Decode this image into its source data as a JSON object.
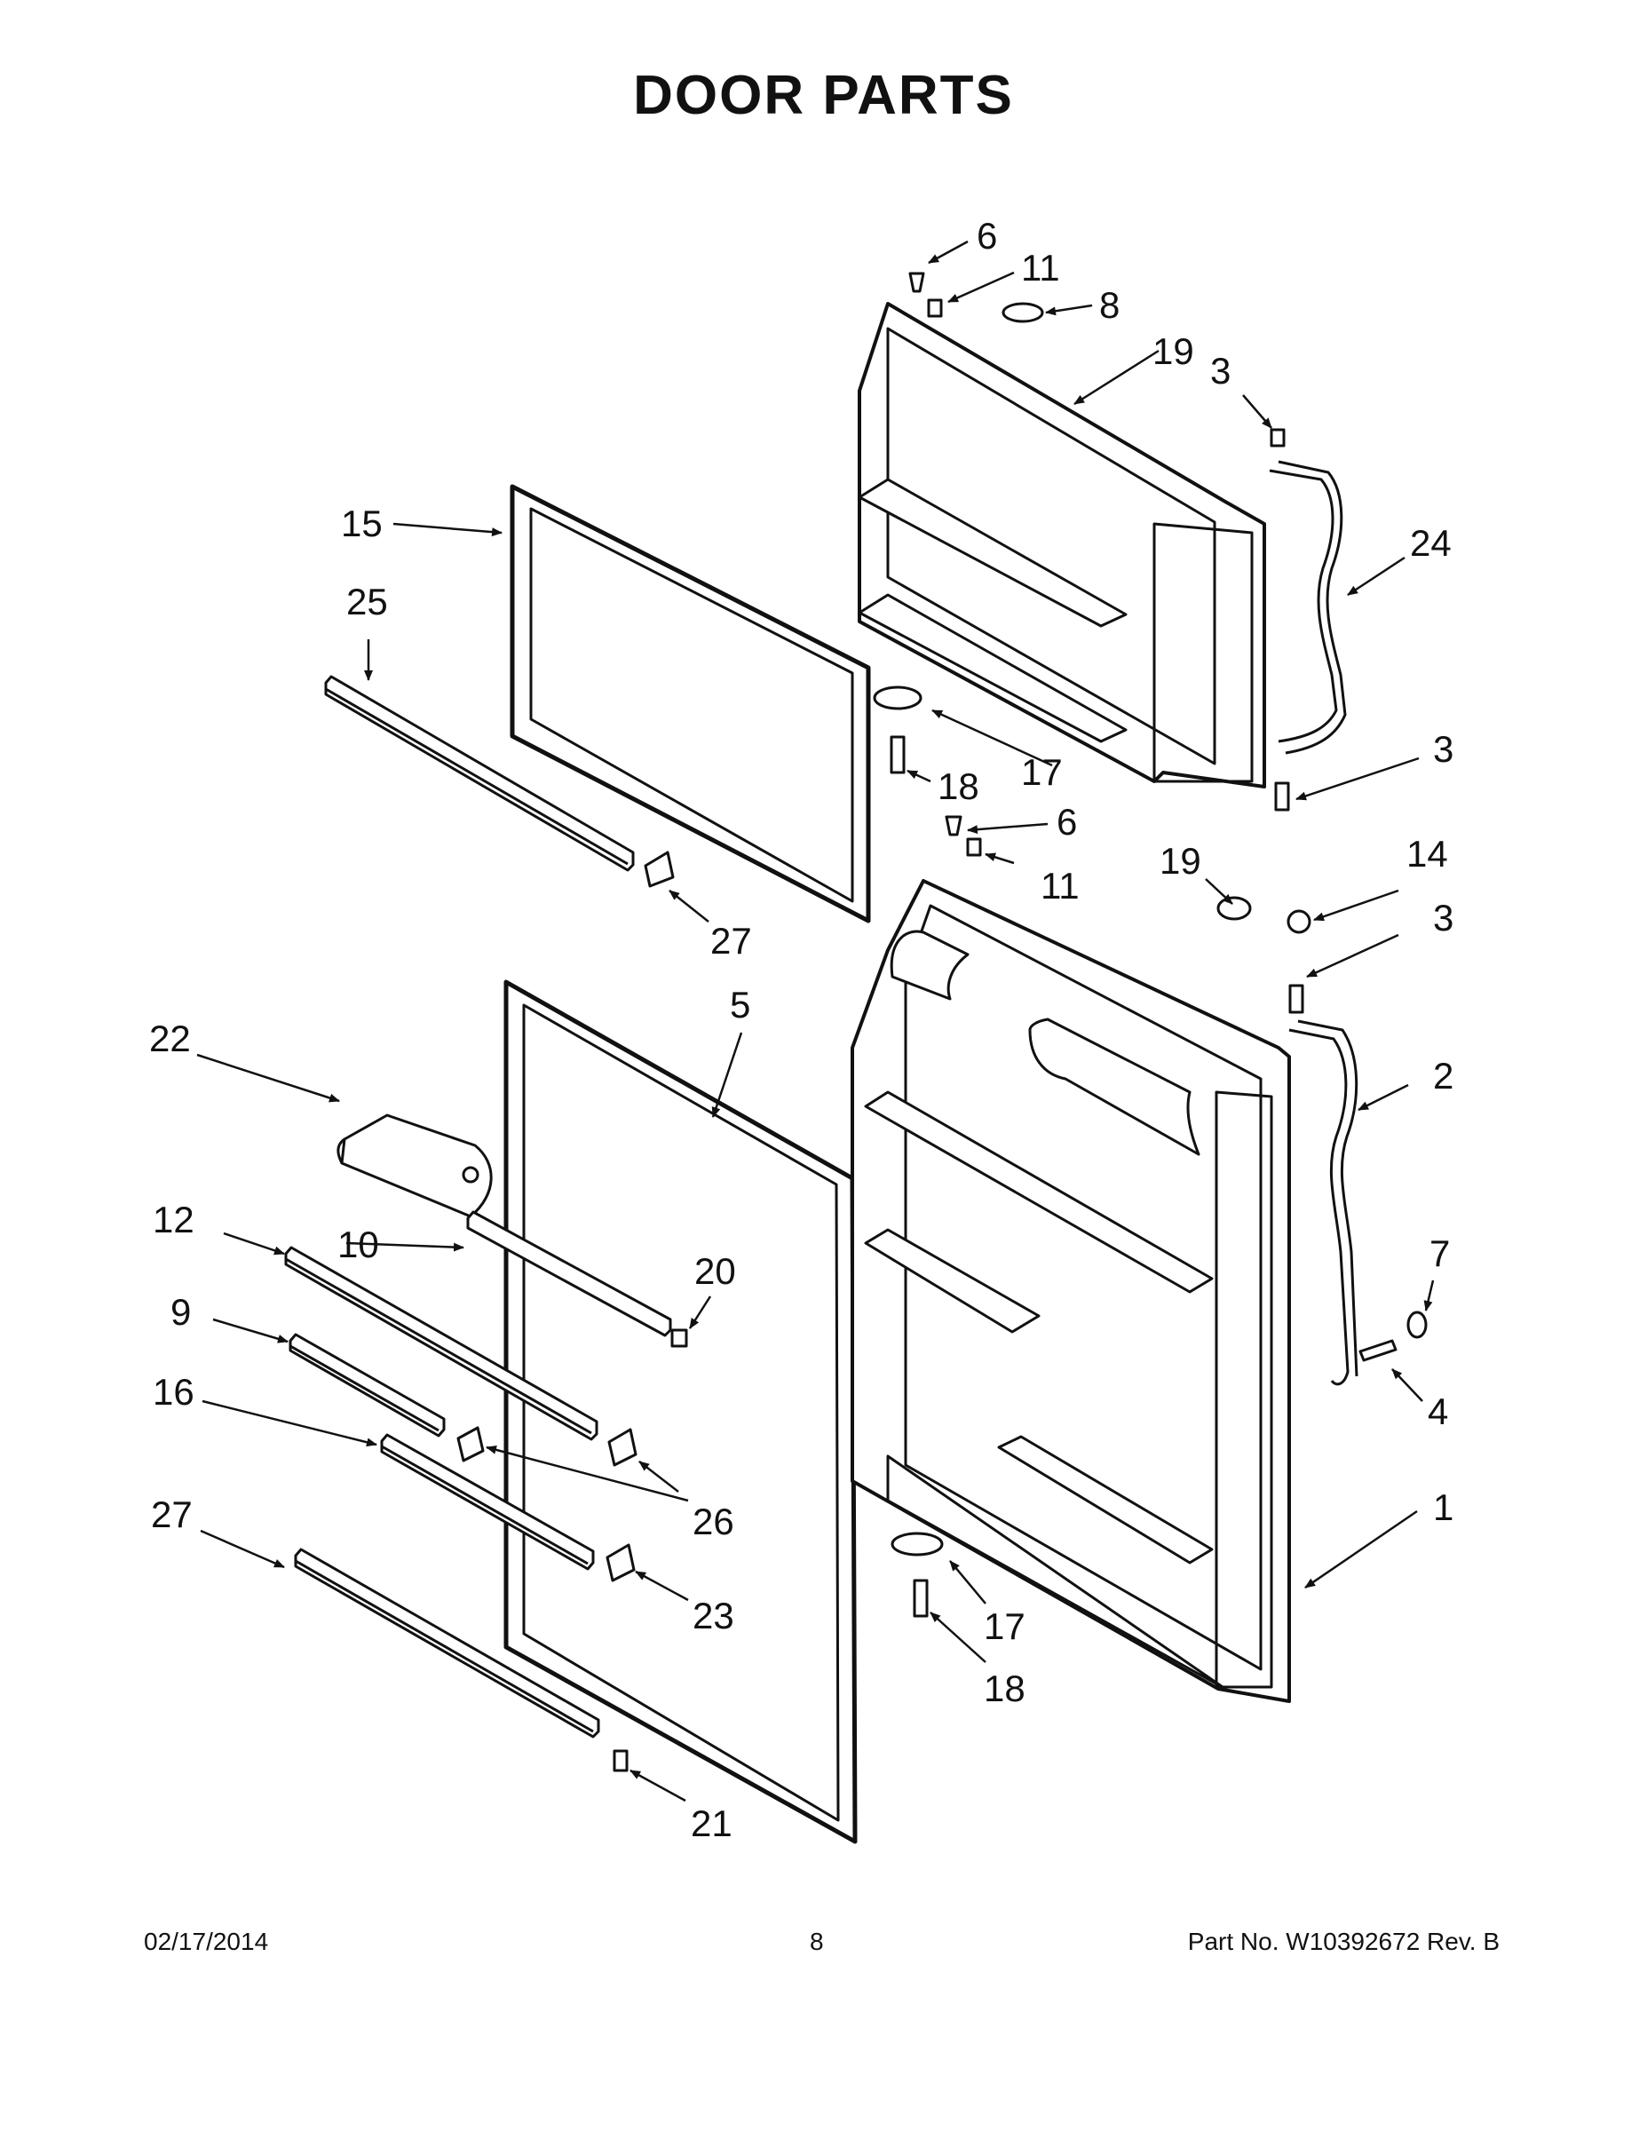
{
  "title": "DOOR PARTS",
  "callouts": [
    "1",
    "2",
    "3",
    "3",
    "3",
    "4",
    "5",
    "6",
    "6",
    "7",
    "8",
    "9",
    "10",
    "11",
    "11",
    "12",
    "14",
    "15",
    "16",
    "17",
    "17",
    "18",
    "18",
    "19",
    "19",
    "20",
    "21",
    "22",
    "23",
    "24",
    "25",
    "26",
    "27",
    "27"
  ],
  "footer": {
    "date": "02/17/2014",
    "page": "8",
    "part_number": "Part No.  W10392672  Rev.  B"
  },
  "colors": {
    "line": "#111111",
    "fill": "#ffffff"
  }
}
